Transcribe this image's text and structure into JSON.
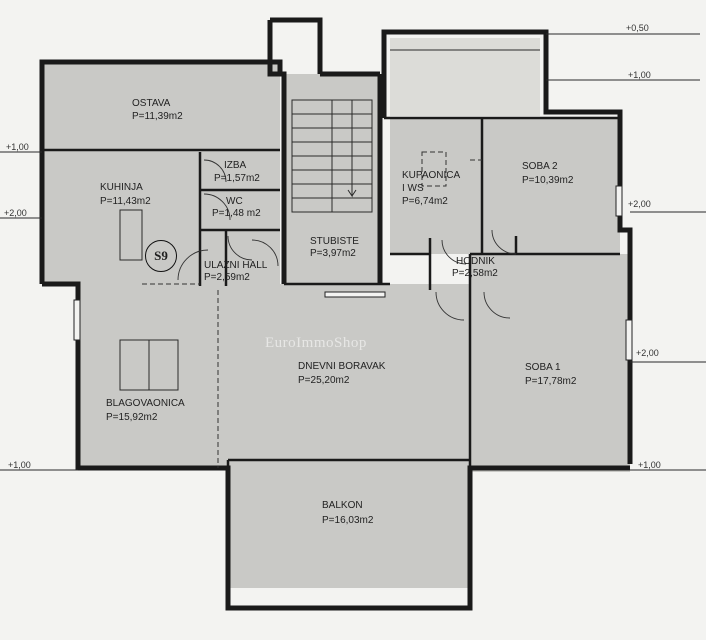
{
  "rooms": {
    "ostava": {
      "name": "OSTAVA",
      "area": "P=11,39m2"
    },
    "kuhinja": {
      "name": "KUHINJA",
      "area": "P=11,43m2"
    },
    "izba": {
      "name": "IZBA",
      "area": "P=1,57m2"
    },
    "wc": {
      "name": "WC",
      "area": "P=1,48 m2"
    },
    "ulazni_hall": {
      "name": "ULAZNI HALL",
      "area": "P=2,59m2"
    },
    "stubiste": {
      "name": "STUBISTE",
      "area": "P=3,97m2"
    },
    "kupaonica": {
      "name": "KUPAONICA",
      "sub": "I WS",
      "area": "P=6,74m2"
    },
    "soba2": {
      "name": "SOBA 2",
      "area": "P=10,39m2"
    },
    "hodnik": {
      "name": "HODNIK",
      "area": "P=2,58m2"
    },
    "soba1": {
      "name": "SOBA 1",
      "area": "P=17,78m2"
    },
    "dnevni_boravak": {
      "name": "DNEVNI BORAVAK",
      "area": "P=25,20m2"
    },
    "blagovaonica": {
      "name": "BLAGOVAONICA",
      "area": "P=15,92m2"
    },
    "balkon": {
      "name": "BALKON",
      "area": "P=16,03m2"
    }
  },
  "marker": "S9",
  "watermark": "EuroImmoShop",
  "levels": {
    "top_right_050": "+0,50",
    "top_right_100": "+1,00",
    "left_100": "+1,00",
    "left_200": "+2,00",
    "right_200_upper": "+2,00",
    "right_200_lower": "+2,00",
    "bottom_left_100": "+1,00",
    "bottom_right_100": "+1,00"
  }
}
